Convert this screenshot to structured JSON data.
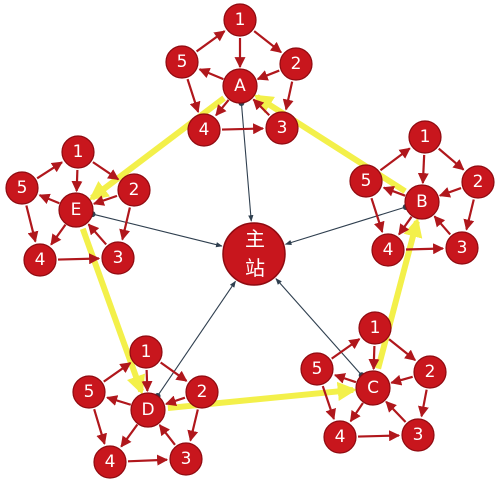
{
  "colors": {
    "node_fill": "#c8161d",
    "node_stroke": "#8f0a10",
    "red_arrow": "#b0171c",
    "yellow_ring": "#f3f04a",
    "hub_arrow": "#2f3f4f"
  },
  "hub": {
    "line1": "主",
    "line2": "站"
  },
  "clusters": [
    {
      "center": "A",
      "children": [
        "1",
        "2",
        "3",
        "4",
        "5"
      ]
    },
    {
      "center": "B",
      "children": [
        "1",
        "2",
        "3",
        "4",
        "5"
      ]
    },
    {
      "center": "C",
      "children": [
        "1",
        "2",
        "3",
        "4",
        "5"
      ]
    },
    {
      "center": "D",
      "children": [
        "1",
        "2",
        "3",
        "4",
        "5"
      ]
    },
    {
      "center": "E",
      "children": [
        "1",
        "2",
        "3",
        "4",
        "5"
      ]
    }
  ],
  "ring_order": [
    "A",
    "E",
    "D",
    "C",
    "B"
  ]
}
